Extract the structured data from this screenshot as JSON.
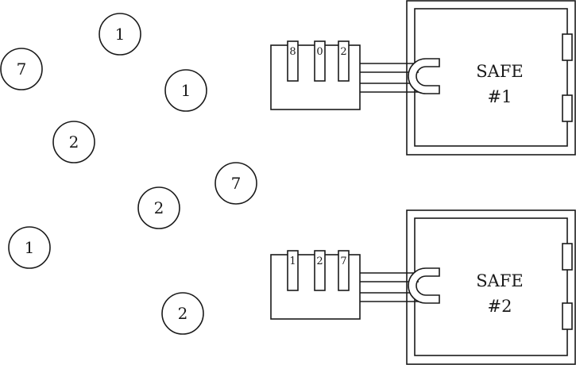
{
  "coins": [
    "1",
    "7",
    "1",
    "2",
    "7",
    "2",
    "1",
    "2"
  ],
  "locks": [
    {
      "digits": [
        "8",
        "0",
        "2"
      ]
    },
    {
      "digits": [
        "1",
        "2",
        "7"
      ]
    }
  ],
  "safes": [
    {
      "title": "SAFE",
      "number": "#1"
    },
    {
      "title": "SAFE",
      "number": "#2"
    }
  ],
  "colors": {
    "stroke": "#1a1a1a",
    "background": "#ffffff"
  }
}
